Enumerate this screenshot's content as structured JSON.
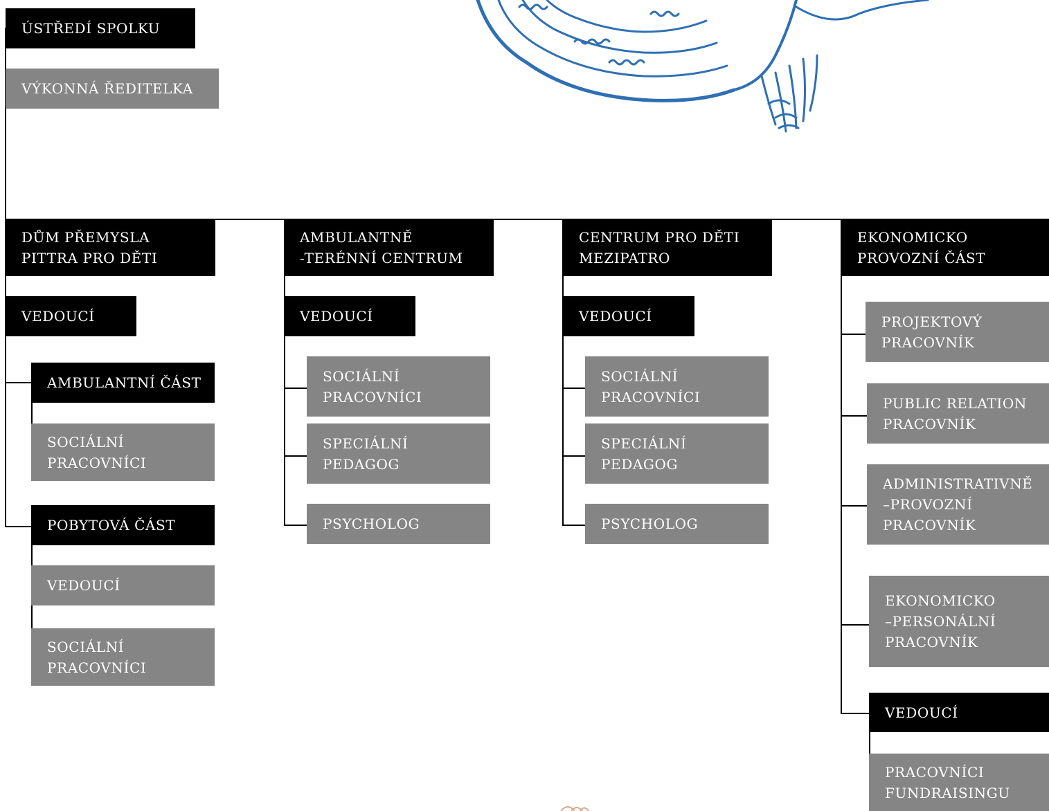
{
  "header": {
    "title": "ÚSTŘEDÍ SPOLKU",
    "director": "VÝKONNÁ ŘEDITELKA"
  },
  "columns": [
    {
      "title": "DŮM PŘEMYSLA\nPITTRA PRO DĚTI",
      "head": "VEDOUCÍ",
      "sections": [
        {
          "title": "AMBULANTNÍ ČÁST",
          "items": [
            "SOCIÁLNÍ\nPRACOVNÍCI"
          ]
        },
        {
          "title": "POBYTOVÁ ČÁST",
          "items": [
            "VEDOUCÍ",
            "SOCIÁLNÍ\nPRACOVNÍCI"
          ]
        }
      ]
    },
    {
      "title": "AMBULANTNĚ\n-TERÉNNÍ CENTRUM",
      "head": "VEDOUCÍ",
      "items": [
        "SOCIÁLNÍ\nPRACOVNÍCI",
        "SPECIÁLNÍ\nPEDAGOG",
        "PSYCHOLOG"
      ]
    },
    {
      "title": "CENTRUM PRO DĚTI\nMEZIPATRO",
      "head": "VEDOUCÍ",
      "items": [
        "SOCIÁLNÍ\nPRACOVNÍCI",
        "SPECIÁLNÍ\nPEDAGOG",
        "PSYCHOLOG"
      ]
    },
    {
      "title": "EKONOMICKO\nPROVOZNÍ ČÁST",
      "items": [
        "PROJEKTOVÝ\nPRACOVNÍK",
        "PUBLIC RELATION\nPRACOVNÍK",
        "ADMINISTRATIVNĚ\n–PROVOZNÍ\nPRACOVNÍK",
        "EKONOMICKO\n–PERSONÁLNÍ\nPRACOVNÍK"
      ],
      "head": "VEDOUCÍ",
      "sub_items": [
        "PRACOVNÍCI\nFUNDRAISINGU"
      ]
    }
  ],
  "illustration": {
    "icon": "owl-illustration-icon",
    "color": "#2f6fb3"
  },
  "colors": {
    "dark_box": "#000000",
    "light_box": "#858585",
    "text": "#ffffff",
    "lines": "#000000"
  }
}
